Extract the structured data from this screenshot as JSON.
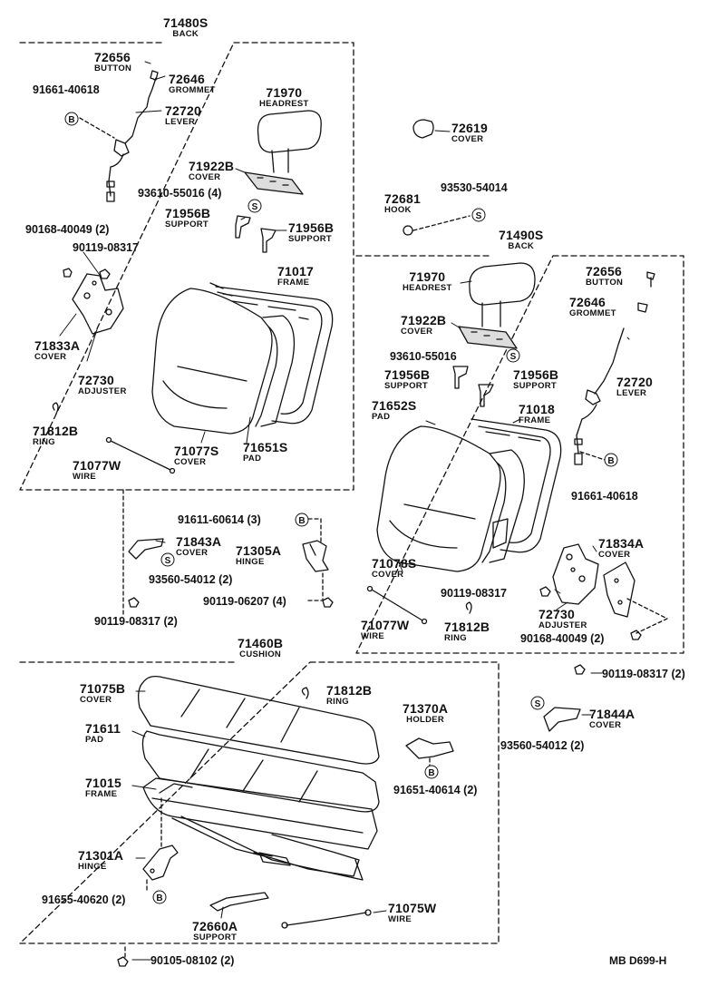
{
  "diagram_code": "MB D699-H",
  "groups": {
    "back_left": {
      "number": "71480S",
      "name": "BACK"
    },
    "back_right": {
      "number": "71490S",
      "name": "BACK"
    },
    "cushion": {
      "number": "71460B",
      "name": "CUSHION"
    }
  },
  "parts": {
    "p72656_l": {
      "number": "72656",
      "name": "BUTTON"
    },
    "p72646_l": {
      "number": "72646",
      "name": "GROMMET"
    },
    "p91661_l": {
      "number": "91661-40618"
    },
    "p72720_l": {
      "number": "72720",
      "name": "LEVER"
    },
    "p71970_l": {
      "number": "71970",
      "name": "HEADREST"
    },
    "p71922b_l": {
      "number": "71922B",
      "name": "COVER"
    },
    "p93610_l": {
      "number": "93610-55016 (4)"
    },
    "p71956b_l1": {
      "number": "71956B",
      "name": "SUPPORT"
    },
    "p71956b_l2": {
      "number": "71956B",
      "name": "SUPPORT"
    },
    "p90168_l": {
      "number": "90168-40049 (2)"
    },
    "p90119_l1": {
      "number": "90119-08317"
    },
    "p71017": {
      "number": "71017",
      "name": "FRAME"
    },
    "p71833a": {
      "number": "71833A",
      "name": "COVER"
    },
    "p72730_l": {
      "number": "72730",
      "name": "ADJUSTER"
    },
    "p71812b_l": {
      "number": "71812B",
      "name": "RING"
    },
    "p71077s": {
      "number": "71077S",
      "name": "COVER"
    },
    "p71651s": {
      "number": "71651S",
      "name": "PAD"
    },
    "p71077w_l": {
      "number": "71077W",
      "name": "WIRE"
    },
    "p72619": {
      "number": "72619",
      "name": "COVER"
    },
    "p72681": {
      "number": "72681",
      "name": "HOOK"
    },
    "p93530": {
      "number": "93530-54014"
    },
    "p91611": {
      "number": "91611-60614 (3)"
    },
    "p71843a": {
      "number": "71843A",
      "name": "COVER"
    },
    "p71305a": {
      "number": "71305A",
      "name": "HINGE"
    },
    "p93560_l": {
      "number": "93560-54012 (2)"
    },
    "p90119_06207": {
      "number": "90119-06207 (4)"
    },
    "p90119_l2": {
      "number": "90119-08317 (2)"
    },
    "p71970_r": {
      "number": "71970",
      "name": "HEADREST"
    },
    "p72656_r": {
      "number": "72656",
      "name": "BUTTON"
    },
    "p72646_r": {
      "number": "72646",
      "name": "GROMMET"
    },
    "p71922b_r": {
      "number": "71922B",
      "name": "COVER"
    },
    "p93610_r": {
      "number": "93610-55016"
    },
    "p71956b_r1": {
      "number": "71956B",
      "name": "SUPPORT"
    },
    "p71956b_r2": {
      "number": "71956B",
      "name": "SUPPORT"
    },
    "p72720_r": {
      "number": "72720",
      "name": "LEVER"
    },
    "p71652s": {
      "number": "71652S",
      "name": "PAD"
    },
    "p71018": {
      "number": "71018",
      "name": "FRAME"
    },
    "p91661_r": {
      "number": "91661-40618"
    },
    "p71834a": {
      "number": "71834A",
      "name": "COVER"
    },
    "p71078s": {
      "number": "71078S",
      "name": "COVER"
    },
    "p90119_r1": {
      "number": "90119-08317"
    },
    "p72730_r": {
      "number": "72730",
      "name": "ADJUSTER"
    },
    "p90168_r": {
      "number": "90168-40049 (2)"
    },
    "p71077w_r": {
      "number": "71077W",
      "name": "WIRE"
    },
    "p71812b_r": {
      "number": "71812B",
      "name": "RING"
    },
    "p90119_r2": {
      "number": "90119-08317 (2)"
    },
    "p71844a": {
      "number": "71844A",
      "name": "COVER"
    },
    "p93560_r": {
      "number": "93560-54012 (2)"
    },
    "p71075b": {
      "number": "71075B",
      "name": "COVER"
    },
    "p71812b_c": {
      "number": "71812B",
      "name": "RING"
    },
    "p71611": {
      "number": "71611",
      "name": "PAD"
    },
    "p71370a": {
      "number": "71370A",
      "name": "HOLDER"
    },
    "p71015": {
      "number": "71015",
      "name": "FRAME"
    },
    "p91651": {
      "number": "91651-40614 (2)"
    },
    "p71301a": {
      "number": "71301A",
      "name": "HINGE"
    },
    "p91655": {
      "number": "91655-40620 (2)"
    },
    "p72660a": {
      "number": "72660A",
      "name": "SUPPORT"
    },
    "p71075w": {
      "number": "71075W",
      "name": "WIRE"
    },
    "p90105": {
      "number": "90105-08102 (2)"
    }
  },
  "ref_marks": {
    "b": "B",
    "s": "S"
  }
}
